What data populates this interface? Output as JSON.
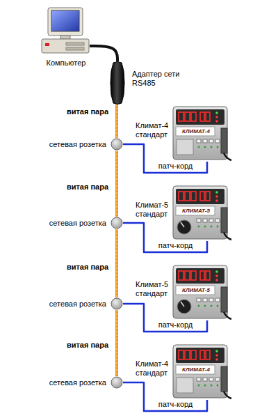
{
  "diagram": {
    "nodes": [
      {
        "text": [
          "Компьютер"
        ]
      },
      {
        "text": [
          "Адаптер сети RS485"
        ]
      },
      {
        "text": [
          "сетевая розетка"
        ]
      },
      {
        "text": [
          "Климат-4 стандарт",
          "КЛИМАТ-4"
        ]
      },
      {
        "text": [
          "сетевая розетка"
        ]
      },
      {
        "text": [
          "Климат-5 стандарт",
          "КЛИМАТ-5"
        ]
      },
      {
        "text": [
          "сетевая розетка"
        ]
      },
      {
        "text": [
          "Климат-5 стандарт",
          "КЛИМАТ-5"
        ]
      },
      {
        "text": [
          "сетевая розетка"
        ]
      },
      {
        "text": [
          "Климат-4 стандарт",
          "КЛИМАТ-4"
        ]
      }
    ],
    "edges": [
      {
        "from": 0,
        "to": 1,
        "arrow": "none"
      },
      {
        "from": 1,
        "to": 2,
        "label": "витая пара",
        "arrow": "none"
      },
      {
        "from": 2,
        "to": 4,
        "label": "витая пара",
        "arrow": "none"
      },
      {
        "from": 4,
        "to": 6,
        "label": "витая пара",
        "arrow": "none"
      },
      {
        "from": 6,
        "to": 8,
        "label": "витая пара",
        "arrow": "none"
      },
      {
        "from": 2,
        "to": 3,
        "label": "патч-корд",
        "arrow": "none"
      },
      {
        "from": 4,
        "to": 5,
        "label": "патч-корд",
        "arrow": "none"
      },
      {
        "from": 6,
        "to": 7,
        "label": "патч-корд",
        "arrow": "none"
      },
      {
        "from": 8,
        "to": 9,
        "label": "патч-корд",
        "arrow": "none"
      }
    ]
  }
}
